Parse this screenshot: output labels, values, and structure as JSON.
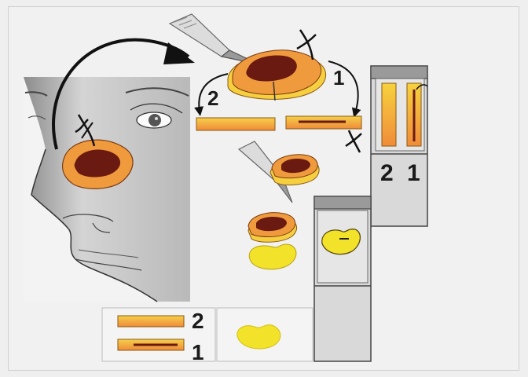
{
  "labels": {
    "top_left_strip": "2",
    "top_right_strip": "1",
    "cabinet_left": "2",
    "cabinet_right": "1",
    "bottom_upper": "2",
    "bottom_lower": "1"
  },
  "colors": {
    "tissue_outer": "#f09a3e",
    "tissue_inner": "#6b1a12",
    "fat_yellow": "#f2d22a",
    "cabinet": "#d6d6d6",
    "cabinet_top": "#9a9a9a",
    "skin": "#c9c9c9"
  },
  "icons": [
    "scalpel-icon",
    "suture-icon",
    "curved-arrow-icon"
  ]
}
